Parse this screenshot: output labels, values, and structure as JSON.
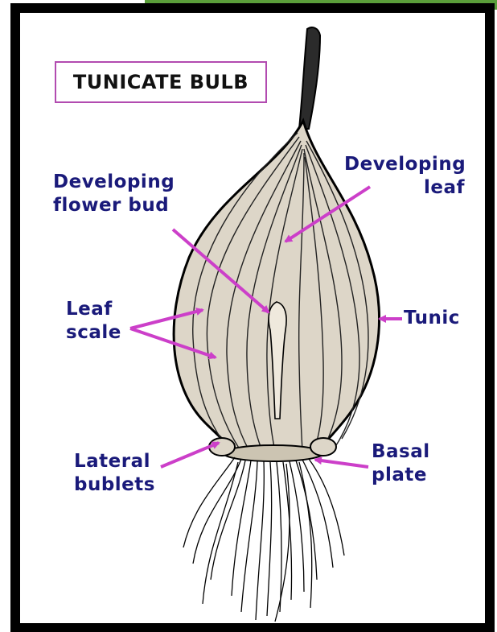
{
  "title": "TUNICATE BULB",
  "labels": {
    "developing_flower_bud": [
      "Developing",
      "flower bud"
    ],
    "developing_leaf": [
      "Developing",
      "leaf"
    ],
    "leaf_scale": [
      "Leaf",
      "scale"
    ],
    "tunic": "Tunic",
    "lateral_bublets": [
      "Lateral",
      "bublets"
    ],
    "basal_plate": [
      "Basal",
      "plate"
    ]
  },
  "colors": {
    "frame": "#000000",
    "accent_green": "#5a9e3a",
    "label_text": "#1a1a7a",
    "arrow": "#cc3fc9",
    "bulb_fill": "#ddd6c8"
  }
}
